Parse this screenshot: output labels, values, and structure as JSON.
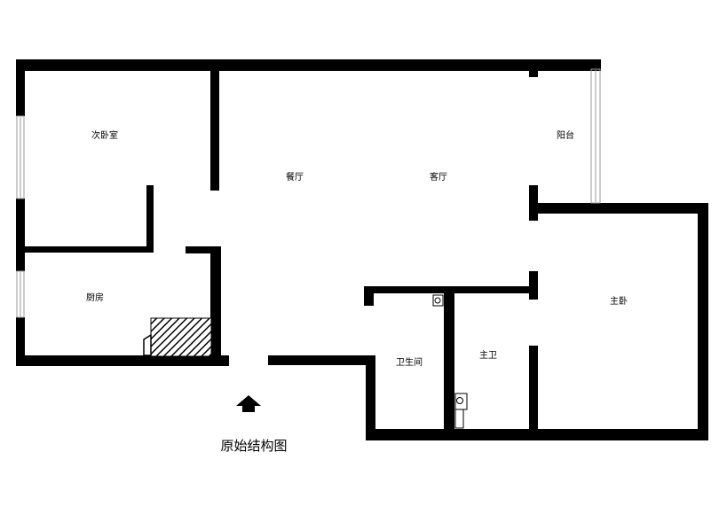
{
  "rooms": {
    "second_bedroom": "次卧室",
    "dining": "餐厅",
    "living": "客厅",
    "balcony": "阳台",
    "kitchen": "厨房",
    "master_bedroom": "主卧",
    "bathroom": "卫生间",
    "master_bath": "主卫"
  },
  "caption": "原始结构图",
  "entrance_icon": "up-arrow-icon",
  "colors": {
    "wall": "#000000",
    "background": "#ffffff",
    "window": "#9a9a9a"
  }
}
